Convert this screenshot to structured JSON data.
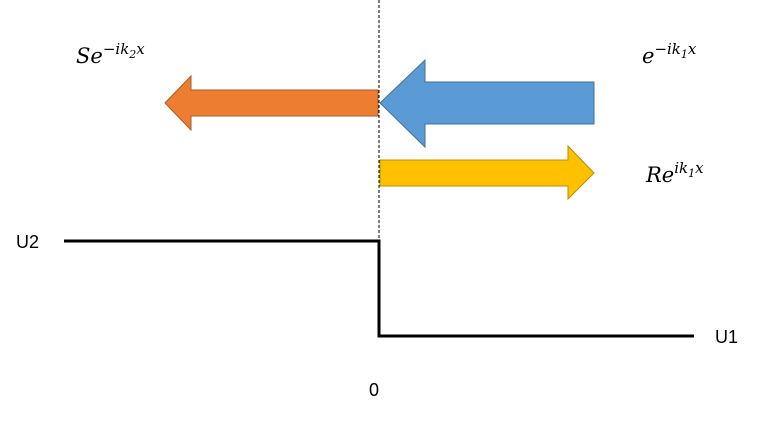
{
  "labels": {
    "transmitted": {
      "base": "Se",
      "exp_pre": "−ik",
      "exp_sub": "2",
      "exp_post": "x"
    },
    "incident": {
      "base": "e",
      "exp_pre": "−ik",
      "exp_sub": "1",
      "exp_post": "x"
    },
    "reflected": {
      "base": "Re",
      "exp_pre": "ik",
      "exp_sub": "1",
      "exp_post": "x"
    },
    "left_level": "U2",
    "right_level": "U1",
    "origin": "0"
  },
  "colors": {
    "transmitted_fill": "#ED7D31",
    "transmitted_stroke": "#AE5A21",
    "incident_fill": "#5B9BD5",
    "incident_stroke": "#41719C",
    "reflected_fill": "#FFC000",
    "reflected_stroke": "#BC8C00",
    "potential_line": "#000000"
  }
}
